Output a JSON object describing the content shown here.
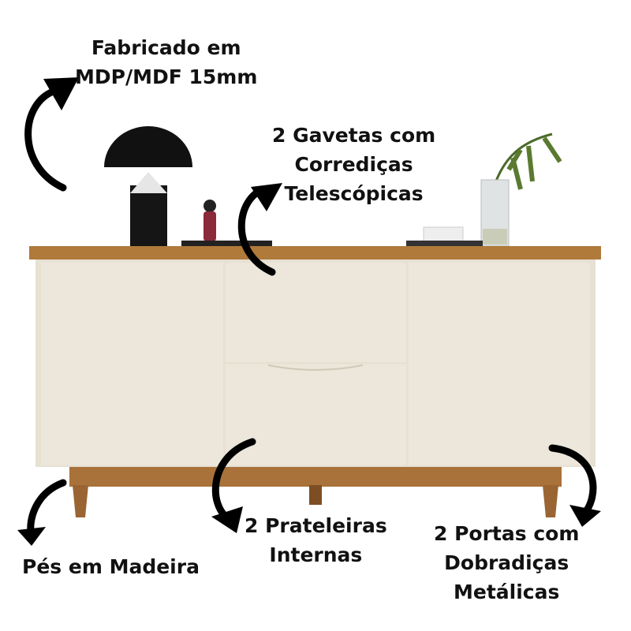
{
  "labels": {
    "material": [
      "Fabricado em",
      "MDP/MDF 15mm"
    ],
    "drawers": [
      "2 Gavetas com",
      "Corrediças",
      "Telescópicas"
    ],
    "feet": [
      "Pés em Madeira"
    ],
    "shelves": [
      "2 Prateleiras",
      "Internas"
    ],
    "doors": [
      "2 Portas com",
      "Dobradiças",
      "Metálicas"
    ]
  },
  "colors": {
    "wood": "#a8723a",
    "body": "#ece7da",
    "text": "#111111"
  }
}
